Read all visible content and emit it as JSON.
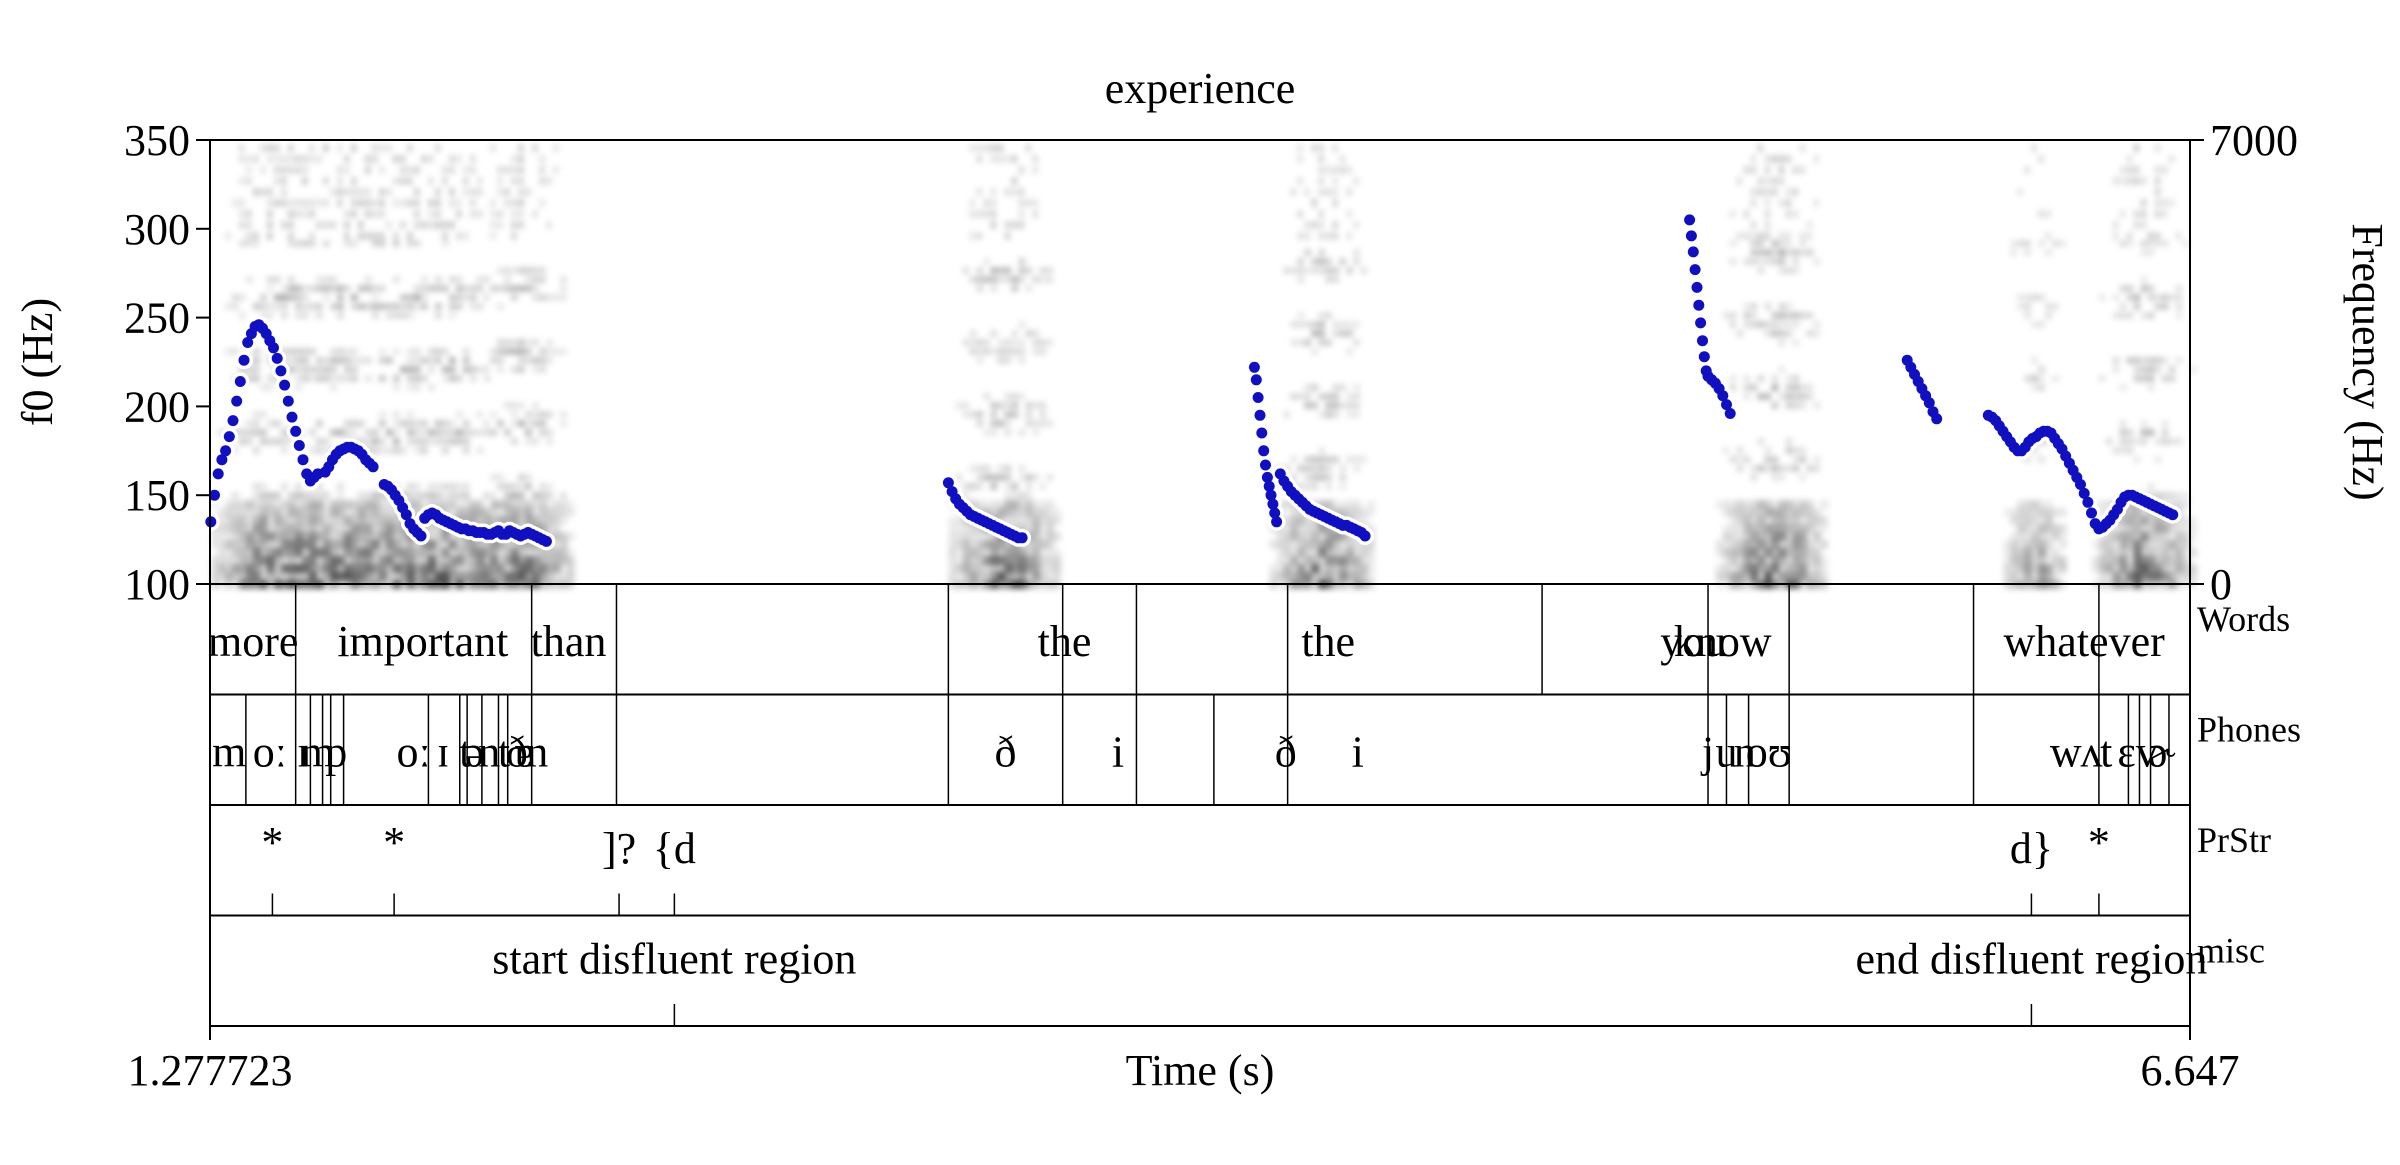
{
  "title": "experience",
  "chart_data": {
    "type": "scatter",
    "title": "experience",
    "xlabel": "Time (s)",
    "ylabel_left": "f0 (Hz)",
    "ylabel_right": "Frequency (Hz)",
    "xlim": [
      1.277723,
      6.647
    ],
    "x_tick_labels": [
      "1.277723",
      "6.647"
    ],
    "ylim_left": [
      100,
      350
    ],
    "y_ticks_left": [
      100,
      150,
      200,
      250,
      300,
      350
    ],
    "ylim_right": [
      0,
      7000
    ],
    "y_ticks_right": [
      0,
      7000
    ],
    "spectrogram_bands": [
      [
        1.28,
        2.06
      ],
      [
        1.98,
        2.25
      ],
      [
        3.28,
        3.57
      ],
      [
        4.15,
        4.42
      ],
      [
        5.36,
        5.66
      ],
      [
        6.14,
        6.3
      ],
      [
        6.38,
        6.647
      ]
    ],
    "series": [
      {
        "color": "#1010c0",
        "points": [
          [
            1.28,
            135
          ],
          [
            1.29,
            150
          ],
          [
            1.3,
            162
          ],
          [
            1.31,
            170
          ],
          [
            1.32,
            175
          ],
          [
            1.33,
            183
          ],
          [
            1.34,
            192
          ],
          [
            1.35,
            203
          ],
          [
            1.36,
            214
          ],
          [
            1.37,
            226
          ],
          [
            1.38,
            236
          ],
          [
            1.39,
            241
          ],
          [
            1.4,
            245
          ],
          [
            1.41,
            246
          ],
          [
            1.42,
            244
          ],
          [
            1.43,
            241
          ],
          [
            1.44,
            237
          ],
          [
            1.45,
            233
          ],
          [
            1.46,
            227
          ],
          [
            1.47,
            220
          ],
          [
            1.48,
            212
          ],
          [
            1.49,
            203
          ],
          [
            1.5,
            194
          ],
          [
            1.51,
            186
          ],
          [
            1.52,
            178
          ],
          [
            1.53,
            170
          ],
          [
            1.54,
            162
          ],
          [
            1.55,
            158
          ],
          [
            1.56,
            160
          ],
          [
            1.57,
            162
          ],
          [
            1.59,
            163
          ],
          [
            1.6,
            166
          ],
          [
            1.61,
            170
          ],
          [
            1.62,
            173
          ],
          [
            1.63,
            175
          ],
          [
            1.64,
            176
          ],
          [
            1.65,
            177
          ],
          [
            1.66,
            177
          ],
          [
            1.67,
            176
          ],
          [
            1.68,
            175
          ],
          [
            1.69,
            173
          ],
          [
            1.7,
            170
          ],
          [
            1.71,
            168
          ],
          [
            1.72,
            166
          ],
          [
            1.75,
            156
          ],
          [
            1.76,
            155
          ],
          [
            1.77,
            153
          ],
          [
            1.78,
            150
          ],
          [
            1.79,
            147
          ],
          [
            1.8,
            143
          ],
          [
            1.81,
            139
          ],
          [
            1.82,
            134
          ],
          [
            1.83,
            131
          ],
          [
            1.84,
            129
          ],
          [
            1.85,
            127
          ],
          [
            1.86,
            137
          ],
          [
            1.87,
            139
          ],
          [
            1.88,
            140
          ],
          [
            1.89,
            139
          ],
          [
            1.9,
            137
          ],
          [
            1.91,
            136
          ],
          [
            1.92,
            135
          ],
          [
            1.93,
            134
          ],
          [
            1.94,
            133
          ],
          [
            1.95,
            132
          ],
          [
            1.96,
            131
          ],
          [
            1.97,
            131
          ],
          [
            1.98,
            130
          ],
          [
            1.99,
            130
          ],
          [
            2.0,
            129
          ],
          [
            2.01,
            129
          ],
          [
            2.02,
            129
          ],
          [
            2.03,
            128
          ],
          [
            2.04,
            128
          ],
          [
            2.05,
            129
          ],
          [
            2.06,
            130
          ],
          [
            2.07,
            128
          ],
          [
            2.08,
            128
          ],
          [
            2.09,
            130
          ],
          [
            2.1,
            129
          ],
          [
            2.11,
            128
          ],
          [
            2.12,
            127
          ],
          [
            2.13,
            128
          ],
          [
            2.14,
            129
          ],
          [
            2.15,
            128
          ],
          [
            2.16,
            127
          ],
          [
            2.17,
            126
          ],
          [
            2.18,
            125
          ],
          [
            2.19,
            124
          ],
          [
            3.28,
            157
          ],
          [
            3.29,
            152
          ],
          [
            3.3,
            148
          ],
          [
            3.31,
            145
          ],
          [
            3.32,
            143
          ],
          [
            3.33,
            141
          ],
          [
            3.34,
            139
          ],
          [
            3.35,
            138
          ],
          [
            3.36,
            137
          ],
          [
            3.37,
            136
          ],
          [
            3.38,
            135
          ],
          [
            3.39,
            134
          ],
          [
            3.4,
            133
          ],
          [
            3.41,
            132
          ],
          [
            3.42,
            131
          ],
          [
            3.43,
            130
          ],
          [
            3.44,
            129
          ],
          [
            3.45,
            128
          ],
          [
            3.46,
            127
          ],
          [
            3.47,
            126
          ],
          [
            3.48,
            126
          ],
          [
            4.11,
            222
          ],
          [
            4.115,
            215
          ],
          [
            4.12,
            205
          ],
          [
            4.125,
            195
          ],
          [
            4.13,
            185
          ],
          [
            4.135,
            175
          ],
          [
            4.14,
            167
          ],
          [
            4.145,
            160
          ],
          [
            4.15,
            155
          ],
          [
            4.155,
            150
          ],
          [
            4.16,
            145
          ],
          [
            4.165,
            140
          ],
          [
            4.17,
            135
          ],
          [
            4.18,
            162
          ],
          [
            4.19,
            158
          ],
          [
            4.2,
            155
          ],
          [
            4.21,
            152
          ],
          [
            4.22,
            150
          ],
          [
            4.23,
            148
          ],
          [
            4.24,
            146
          ],
          [
            4.25,
            144
          ],
          [
            4.26,
            142
          ],
          [
            4.27,
            141
          ],
          [
            4.28,
            140
          ],
          [
            4.29,
            139
          ],
          [
            4.3,
            138
          ],
          [
            4.31,
            137
          ],
          [
            4.32,
            136
          ],
          [
            4.33,
            135
          ],
          [
            4.34,
            134
          ],
          [
            4.35,
            133
          ],
          [
            4.36,
            133
          ],
          [
            4.37,
            132
          ],
          [
            4.38,
            131
          ],
          [
            4.39,
            130
          ],
          [
            4.4,
            129
          ],
          [
            4.41,
            127
          ],
          [
            5.29,
            305
          ],
          [
            5.295,
            296
          ],
          [
            5.3,
            287
          ],
          [
            5.305,
            277
          ],
          [
            5.31,
            267
          ],
          [
            5.315,
            257
          ],
          [
            5.32,
            247
          ],
          [
            5.325,
            237
          ],
          [
            5.33,
            228
          ],
          [
            5.335,
            220
          ],
          [
            5.34,
            217
          ],
          [
            5.35,
            215
          ],
          [
            5.36,
            213
          ],
          [
            5.37,
            210
          ],
          [
            5.38,
            206
          ],
          [
            5.39,
            201
          ],
          [
            5.4,
            196
          ],
          [
            5.88,
            226
          ],
          [
            5.89,
            222
          ],
          [
            5.9,
            218
          ],
          [
            5.91,
            214
          ],
          [
            5.92,
            210
          ],
          [
            5.93,
            206
          ],
          [
            5.94,
            202
          ],
          [
            5.95,
            197
          ],
          [
            5.96,
            193
          ],
          [
            6.1,
            195
          ],
          [
            6.11,
            194
          ],
          [
            6.12,
            192
          ],
          [
            6.13,
            189
          ],
          [
            6.14,
            186
          ],
          [
            6.15,
            183
          ],
          [
            6.16,
            180
          ],
          [
            6.17,
            177
          ],
          [
            6.18,
            175
          ],
          [
            6.19,
            175
          ],
          [
            6.2,
            177
          ],
          [
            6.21,
            180
          ],
          [
            6.22,
            182
          ],
          [
            6.23,
            183
          ],
          [
            6.24,
            185
          ],
          [
            6.25,
            186
          ],
          [
            6.26,
            186
          ],
          [
            6.27,
            185
          ],
          [
            6.28,
            182
          ],
          [
            6.29,
            179
          ],
          [
            6.3,
            176
          ],
          [
            6.31,
            172
          ],
          [
            6.32,
            168
          ],
          [
            6.33,
            164
          ],
          [
            6.34,
            160
          ],
          [
            6.35,
            156
          ],
          [
            6.36,
            151
          ],
          [
            6.37,
            146
          ],
          [
            6.38,
            140
          ],
          [
            6.39,
            134
          ],
          [
            6.4,
            131
          ],
          [
            6.41,
            132
          ],
          [
            6.42,
            134
          ],
          [
            6.43,
            136
          ],
          [
            6.44,
            139
          ],
          [
            6.45,
            142
          ],
          [
            6.46,
            146
          ],
          [
            6.47,
            149
          ],
          [
            6.48,
            150
          ],
          [
            6.49,
            150
          ],
          [
            6.5,
            149
          ],
          [
            6.51,
            148
          ],
          [
            6.52,
            147
          ],
          [
            6.53,
            146
          ],
          [
            6.54,
            145
          ],
          [
            6.55,
            144
          ],
          [
            6.56,
            143
          ],
          [
            6.57,
            142
          ],
          [
            6.58,
            141
          ],
          [
            6.59,
            140
          ],
          [
            6.6,
            139
          ]
        ]
      }
    ],
    "tiers": [
      {
        "name": "Words",
        "type": "interval",
        "boundaries": [
          1.51,
          2.15,
          2.38,
          3.28,
          3.59,
          3.79,
          4.2,
          4.89,
          5.34,
          5.56,
          6.06,
          6.4
        ],
        "labels": [
          {
            "t": 1.395,
            "text": "more"
          },
          {
            "t": 1.855,
            "text": "important"
          },
          {
            "t": 2.25,
            "text": "than"
          },
          {
            "t": 3.595,
            "text": "the"
          },
          {
            "t": 4.31,
            "text": "the"
          },
          {
            "t": 5.3,
            "text": "you"
          },
          {
            "t": 5.38,
            "text": "know"
          },
          {
            "t": 6.36,
            "text": "whatever"
          }
        ]
      },
      {
        "name": "Phones",
        "type": "interval",
        "boundaries": [
          1.375,
          1.51,
          1.55,
          1.583,
          1.605,
          1.64,
          1.87,
          1.955,
          1.975,
          2.015,
          2.06,
          2.085,
          2.15,
          2.38,
          3.28,
          3.59,
          3.79,
          4.0,
          4.2,
          5.34,
          5.39,
          5.45,
          5.56,
          6.06,
          6.4,
          6.48,
          6.51,
          6.54,
          6.59
        ],
        "labels": [
          {
            "t": 1.33,
            "text": "m"
          },
          {
            "t": 1.44,
            "text": "oː"
          },
          {
            "t": 1.53,
            "text": "ɪ"
          },
          {
            "t": 1.57,
            "text": "m"
          },
          {
            "t": 1.62,
            "text": "p"
          },
          {
            "t": 1.83,
            "text": "oː"
          },
          {
            "t": 1.91,
            "text": "ɪ"
          },
          {
            "t": 1.97,
            "text": "t"
          },
          {
            "t": 1.995,
            "text": "ə"
          },
          {
            "t": 2.035,
            "text": "n"
          },
          {
            "t": 2.075,
            "text": "t"
          },
          {
            "t": 2.11,
            "text": "ð"
          },
          {
            "t": 2.13,
            "text": "ɐ"
          },
          {
            "t": 2.165,
            "text": "n"
          },
          {
            "t": 3.435,
            "text": "ð"
          },
          {
            "t": 3.74,
            "text": "i"
          },
          {
            "t": 4.195,
            "text": "ð"
          },
          {
            "t": 4.39,
            "text": "i"
          },
          {
            "t": 5.34,
            "text": "j"
          },
          {
            "t": 5.39,
            "text": "u"
          },
          {
            "t": 5.44,
            "text": "n"
          },
          {
            "t": 5.505,
            "text": "oʊ"
          },
          {
            "t": 6.31,
            "text": "w"
          },
          {
            "t": 6.38,
            "text": "ʌ"
          },
          {
            "t": 6.42,
            "text": "t"
          },
          {
            "t": 6.475,
            "text": "ɛ"
          },
          {
            "t": 6.53,
            "text": "v"
          },
          {
            "t": 6.57,
            "text": "ɚ"
          }
        ]
      },
      {
        "name": "PrStr",
        "type": "point",
        "points": [
          {
            "t": 1.447,
            "text": "*"
          },
          {
            "t": 1.777,
            "text": "*"
          },
          {
            "t": 2.387,
            "text": "]?"
          },
          {
            "t": 2.537,
            "text": "{d"
          },
          {
            "t": 6.217,
            "text": "d}"
          },
          {
            "t": 6.4,
            "text": "*"
          }
        ]
      },
      {
        "name": "misc",
        "type": "point",
        "points": [
          {
            "t": 2.537,
            "text": "start disfluent region"
          },
          {
            "t": 6.217,
            "text": "end disfluent region"
          }
        ]
      }
    ]
  }
}
